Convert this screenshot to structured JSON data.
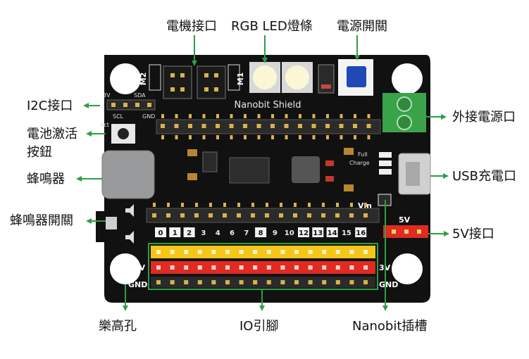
{
  "labels": {
    "motor": "電機接口",
    "rgb": "RGB LED燈條",
    "power_switch": "電源開關",
    "i2c": "I2C接口",
    "battery_act_1": "電池激活",
    "battery_act_2": "按鈕",
    "buzzer": "蜂鳴器",
    "buzzer_switch": "蜂鳴器開關",
    "ext_power": "外接電源口",
    "usb": "USB充電口",
    "v5_port": "5V接口",
    "lego": "樂高孔",
    "io": "IO引腳",
    "nanobit": "Nanobit插槽"
  },
  "board": {
    "title": "Nanobit Shield",
    "m2": "M2",
    "m1": "M1",
    "i2c_top": [
      "3V",
      "",
      "SDA"
    ],
    "i2c_bottom": [
      "SCL",
      "GND"
    ],
    "act": "Act",
    "full": "Full",
    "charge": "Charge",
    "vin": "Vin",
    "five_v": "5V",
    "three_v": "3V",
    "gnd": "GND",
    "pins": [
      "0",
      "1",
      "2",
      "3",
      "4",
      "6",
      "7",
      "8",
      "9",
      "10",
      "12",
      "13",
      "14",
      "15",
      "16"
    ]
  },
  "colors": {
    "accent_line": "#2f9e44",
    "board": "#111111",
    "yellow_header": "#f3c619",
    "red_header": "#e02a22",
    "terminal_green": "#3aa34a",
    "switch_blue": "#1f49b5"
  }
}
